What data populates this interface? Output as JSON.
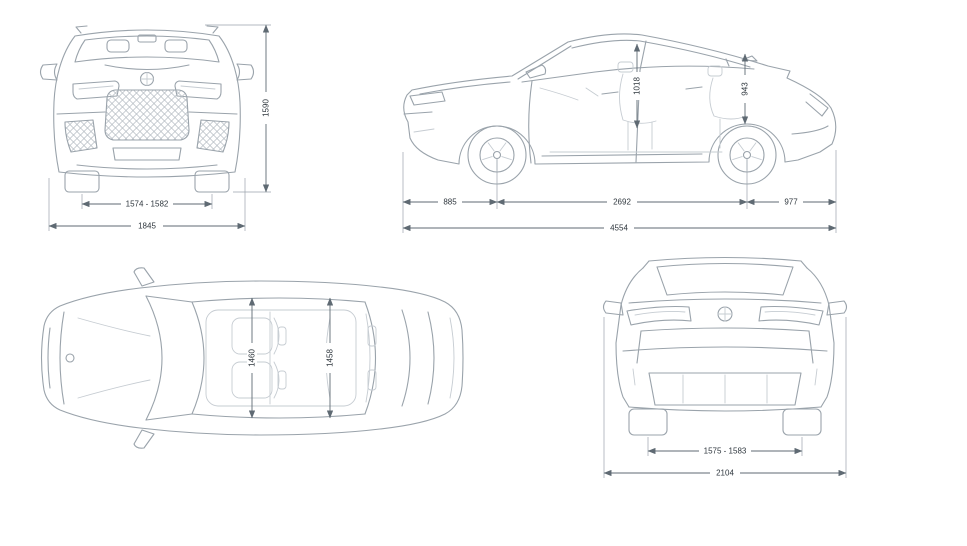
{
  "dimensions": {
    "front_track": "1574 - 1582",
    "overall_width": "1845",
    "overall_height": "1590",
    "front_overhang": "885",
    "wheelbase": "2692",
    "rear_overhang": "977",
    "overall_length": "4554",
    "interior_height_front": "1018",
    "interior_height_rear": "943",
    "interior_width_front": "1460",
    "interior_width_rear": "1458",
    "rear_track": "1575 - 1583",
    "width_incl_mirrors": "2104"
  }
}
